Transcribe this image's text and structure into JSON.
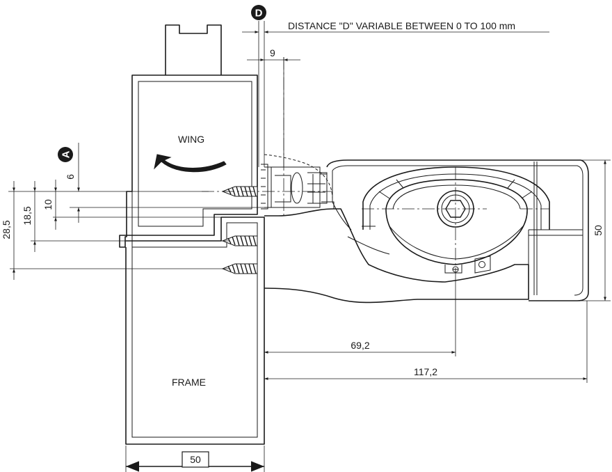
{
  "labels": {
    "wing": "WING",
    "frame": "FRAME",
    "distance_note": "DISTANCE \"D\" VARIABLE BETWEEN 0 TO 100 mm"
  },
  "markers": {
    "d": "D",
    "a": "A"
  },
  "dimensions": {
    "d9": "9",
    "d6": "6",
    "d10": "10",
    "d18_5": "18,5",
    "d28_5": "28,5",
    "d50_right": "50",
    "d69_2": "69,2",
    "d117_2": "117,2",
    "d50_bottom": "50"
  },
  "icons": {
    "rotation": "curved-arrow-icon",
    "screw": "screw-icon",
    "bolt": "hex-bolt-icon"
  }
}
